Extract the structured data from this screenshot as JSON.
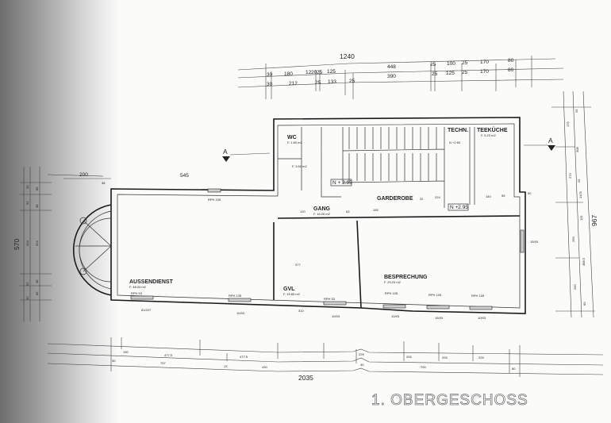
{
  "title": "1. OBERGESCHOSS",
  "rooms": {
    "aussendienst": {
      "name": "AUSSENDIENST",
      "area": "F. 48.43 m2"
    },
    "gvl": {
      "name": "GVL",
      "area": "F. 15.65 m2"
    },
    "besprechung": {
      "name": "BESPRECHUNG",
      "area": "F. 29.23 m2"
    },
    "gang": {
      "name": "GANG",
      "area": "F. 16.00 m2"
    },
    "garderobe": {
      "name": "GARDEROBE"
    },
    "wc": {
      "name": "WC",
      "area": "F. 1.80 m2"
    },
    "bath_area": "F. 3.60 m2",
    "techn": {
      "name": "TECHN.",
      "level": "N +2.60"
    },
    "teekueche": {
      "name": "TEEKÜCHE",
      "area": "F. 5.23 m2"
    }
  },
  "levels": [
    "N + 2.95",
    "N +2.95"
  ],
  "section_marker": "A",
  "dimensions": {
    "top_total": "1240",
    "top_row1": [
      "30",
      "180",
      "12",
      "20",
      "25",
      "125",
      "448",
      "25",
      "100",
      "25",
      "170",
      "80"
    ],
    "top_row2": [
      "30",
      "212",
      "25",
      "133",
      "25",
      "390",
      "25",
      "125",
      "25",
      "170",
      "80"
    ],
    "bottom_row1": [
      "150",
      "477.5",
      "477.5",
      "225",
      "205",
      "205",
      "225"
    ],
    "bottom_row2": [
      "30",
      "757",
      "13",
      "430",
      "40",
      "700",
      "80"
    ],
    "bottom_total": "2035",
    "left_total": "570",
    "left_inner": [
      "30",
      "85",
      "93",
      "38",
      "324",
      "324",
      "38",
      "93",
      "85",
      "30"
    ],
    "left_top": [
      "200",
      "545",
      "38"
    ],
    "right_total": "967",
    "right_inner": [
      "175",
      "25",
      "308",
      "273",
      "25",
      "1475",
      "131",
      "269",
      "388.5",
      "250",
      "60"
    ],
    "interior": [
      "140",
      "55",
      "32",
      "155",
      "63",
      "120",
      "377",
      "310",
      "90",
      "224"
    ],
    "windows": [
      "RPH 53",
      "RPH 135",
      "RPH 53",
      "RPH 105",
      "RPH 105",
      "RPH 105",
      "RPH 105"
    ],
    "window_heights": [
      "81/207",
      "10/93",
      "10/93",
      "10/93",
      "15/93",
      "10/93",
      "15/93"
    ]
  }
}
